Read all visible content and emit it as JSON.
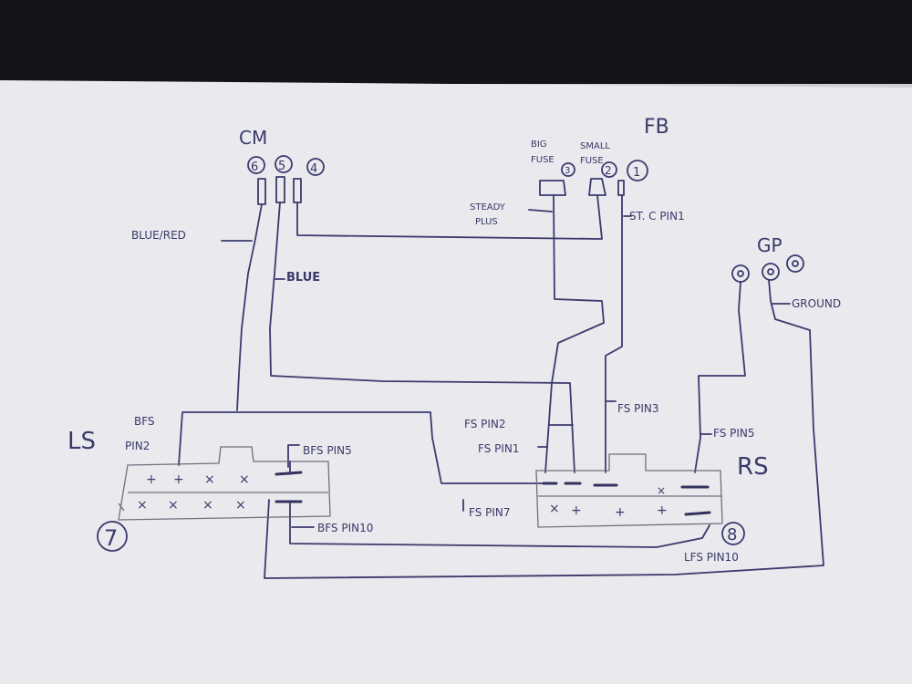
{
  "diagram": {
    "modules": {
      "cm": "CM",
      "fb": "FB",
      "gp": "GP",
      "ls": "LS",
      "rs": "RS"
    },
    "pins": {
      "cm_6": "6",
      "cm_5": "5",
      "cm_4": "4",
      "fb_3": "3",
      "fb_2": "2",
      "fb_1": "1",
      "ls_7": "7",
      "rs_8": "8"
    },
    "labels": {
      "big_fuse_1": "BIG",
      "big_fuse_2": "FUSE",
      "small_fuse_1": "SMALL",
      "small_fuse_2": "FUSE",
      "steady_plus_1": "STEADY",
      "steady_plus_2": "PLUS",
      "st_c_pin1": "ST. C PIN1",
      "blue_red": "BLUE/RED",
      "blue": "BLUE",
      "ground": "GROUND",
      "bfs_pin2_1": "BFS",
      "bfs_pin2_2": "PIN2",
      "bfs_pin5": "BFS PIN5",
      "bfs_pin10": "BFS PIN10",
      "fs_pin2": "FS PIN2",
      "fs_pin1": "FS PIN1",
      "fs_pin3": "FS PIN3",
      "fs_pin5": "FS PIN5",
      "fs_pin7": "FS PIN7",
      "lfs_pin10": "LFS PIN10"
    }
  }
}
